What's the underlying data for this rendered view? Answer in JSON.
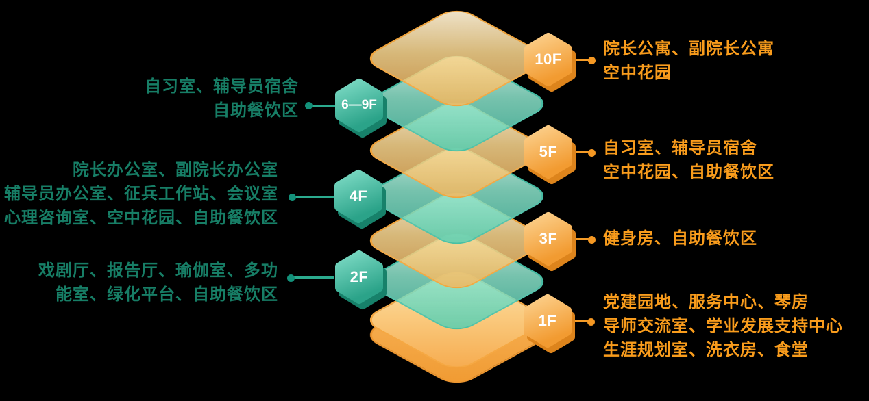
{
  "diagram": {
    "type": "stacked-building-floor-guide",
    "background": "#000000"
  },
  "colors": {
    "orange_text": "#F99C1C",
    "green_text": "#177E66",
    "hex_orange_gradient": [
      "#FCD08C",
      "#F29B31"
    ],
    "hex_orange_shadow": "#DD841C",
    "hex_teal_gradient": [
      "#7CDAC4",
      "#2BA389"
    ],
    "hex_teal_shadow": "#17816A",
    "slab_orange_border": "#F3A134",
    "slab_teal_border": "#3EBCA2",
    "connector_orange": "#F59C28",
    "connector_teal": "#2BAA8E"
  },
  "floors": [
    {
      "badge": "10F",
      "side": "right",
      "color": "orange",
      "lines": [
        "院长公寓、副院长公寓",
        "空中花园"
      ]
    },
    {
      "badge": "6—9F",
      "side": "left",
      "color": "teal",
      "lines": [
        "自习室、辅导员宿舍",
        "自助餐饮区"
      ]
    },
    {
      "badge": "5F",
      "side": "right",
      "color": "orange",
      "lines": [
        "自习室、辅导员宿舍",
        "空中花园、自助餐饮区"
      ]
    },
    {
      "badge": "4F",
      "side": "left",
      "color": "teal",
      "lines": [
        "院长办公室、副院长办公室",
        "辅导员办公室、征兵工作站、会议室",
        "心理咨询室、空中花园、自助餐饮区"
      ]
    },
    {
      "badge": "3F",
      "side": "right",
      "color": "orange",
      "lines": [
        "健身房、自助餐饮区"
      ]
    },
    {
      "badge": "2F",
      "side": "left",
      "color": "teal",
      "lines": [
        "戏剧厅、报告厅、瑜伽室、多功",
        "能室、绿化平台、自助餐饮区"
      ]
    },
    {
      "badge": "1F",
      "side": "right",
      "color": "orange",
      "lines": [
        "党建园地、服务中心、琴房",
        "导师交流室、学业发展支持中心",
        "生涯规划室、洗衣房、食堂"
      ]
    }
  ]
}
